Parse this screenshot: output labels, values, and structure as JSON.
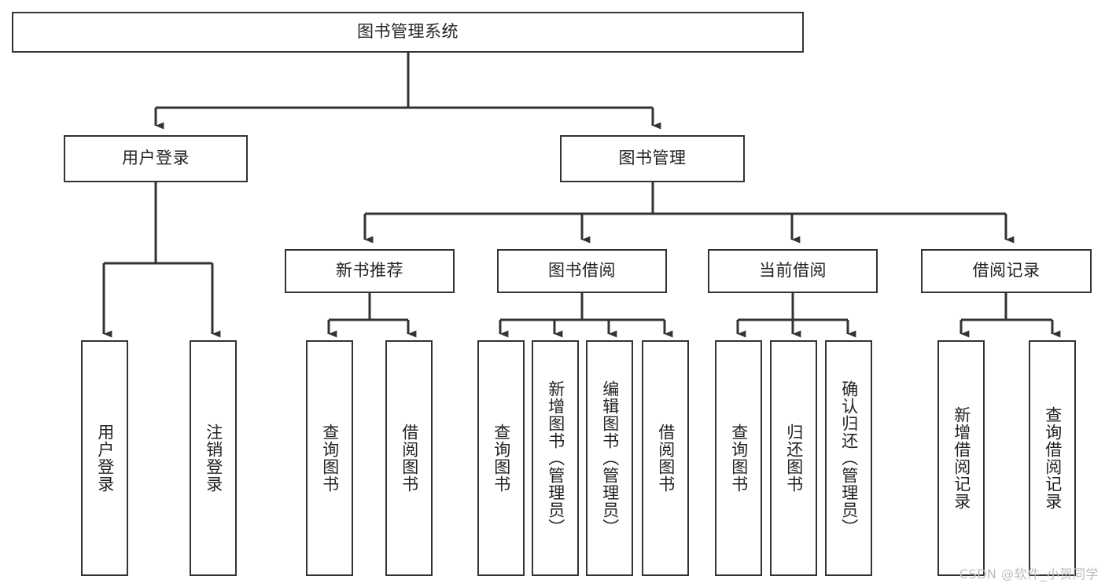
{
  "diagram": {
    "title": "图书管理系统",
    "type": "tree-hierarchy-chart",
    "watermark": "CSDN @软件_小贺同学",
    "colors": {
      "node_border": "#333333",
      "node_fill": "#ffffff",
      "edge": "#333333",
      "text": "#222222",
      "watermark": "#bdbdbd"
    },
    "nodes": {
      "root": {
        "label": "图书管理系统"
      },
      "level2": [
        {
          "label": "用户登录"
        },
        {
          "label": "图书管理"
        }
      ],
      "level3": [
        {
          "label": "新书推荐"
        },
        {
          "label": "图书借阅"
        },
        {
          "label": "当前借阅"
        },
        {
          "label": "借阅记录"
        }
      ],
      "leaves": {
        "user_login": [
          {
            "label": "用户登录"
          },
          {
            "label": "注销登录"
          }
        ],
        "new_book_recommend": [
          {
            "label": "查询图书"
          },
          {
            "label": "借阅图书"
          }
        ],
        "book_borrow": [
          {
            "label": "查询图书"
          },
          {
            "label": "新增图书（管理员）"
          },
          {
            "label": "编辑图书（管理员）"
          },
          {
            "label": "借阅图书"
          }
        ],
        "current_borrow": [
          {
            "label": "查询图书"
          },
          {
            "label": "归还图书"
          },
          {
            "label": "确认归还（管理员）"
          }
        ],
        "borrow_record": [
          {
            "label": "新增借阅记录"
          },
          {
            "label": "查询借阅记录"
          }
        ]
      }
    }
  }
}
